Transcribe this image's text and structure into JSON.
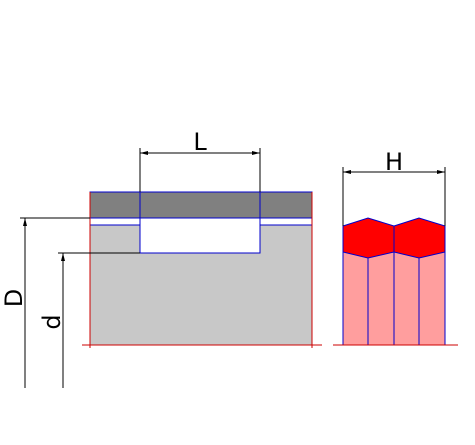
{
  "labels": {
    "length": "L",
    "height": "H",
    "outer_diameter": "D",
    "inner_diameter": "d"
  },
  "colors": {
    "background": "#ffffff",
    "body_fill": "#c8c8c8",
    "top_band_fill": "#808080",
    "outline_blue": "#0000cc",
    "outline_red": "#cc0000",
    "hexagon_fill": "#ff0000",
    "prism_fill": "#ff9e9e",
    "dimension_line": "#000000"
  },
  "icons": {
    "dimension_arrow": "arrow-tick-icon"
  }
}
